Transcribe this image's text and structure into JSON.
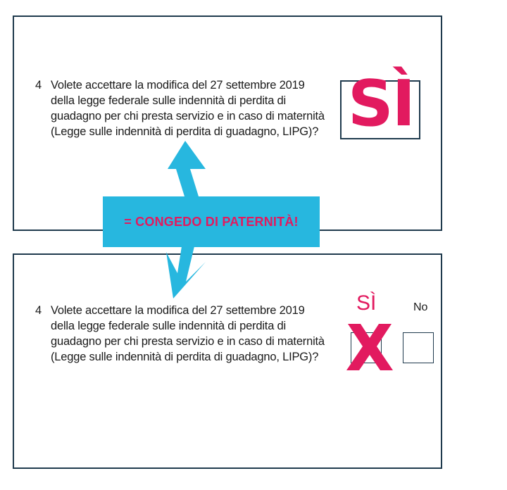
{
  "top_card": {
    "number": "4",
    "question_lines": [
      "Volete accettare la modifica del 27 settembre 2019",
      "della legge federale sulle indennità di perdita di",
      "guadagno per chi presta servizio e in caso di maternità",
      "(Legge sulle indennità di perdita di guadagno, LIPG)?"
    ],
    "answer": "SÌ"
  },
  "banner": {
    "text": "= CONGEDO DI PATERNITÀ!"
  },
  "bottom_card": {
    "number": "4",
    "question_lines": [
      "Volete accettare la modifica del 27 settembre 2019",
      "della legge federale sulle indennità di perdita di",
      "guadagno per chi presta servizio e in caso di maternità",
      "(Legge sulle indennità di perdita di guadagno, LIPG)?"
    ],
    "yes_label": "SÌ",
    "no_label": "No",
    "checked": "yes"
  },
  "colors": {
    "accent_pink": "#e21a5f",
    "banner_blue": "#27b7df",
    "border_navy": "#1f3a4d"
  },
  "icons": [
    "arrow-up-icon",
    "arrow-down-icon",
    "x-mark-icon"
  ]
}
